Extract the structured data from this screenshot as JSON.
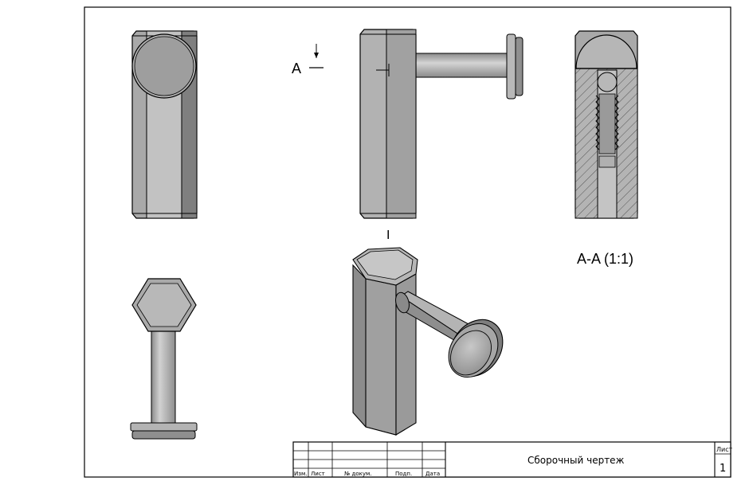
{
  "drawing": {
    "section_marker": "A",
    "section_title": "A-A (1:1)",
    "detail_marker": "I"
  },
  "title_block": {
    "title": "Сборочный чертеж",
    "sheet_label": "Лист",
    "sheet_number": "1",
    "columns": [
      "Изм.",
      "Лист",
      "№ докум.",
      "Подп.",
      "Дата"
    ]
  },
  "colors": {
    "metal_light": "#c8c8c8",
    "metal_mid": "#a9a9a9",
    "metal_dark": "#7d7d7d",
    "line": "#000000"
  }
}
